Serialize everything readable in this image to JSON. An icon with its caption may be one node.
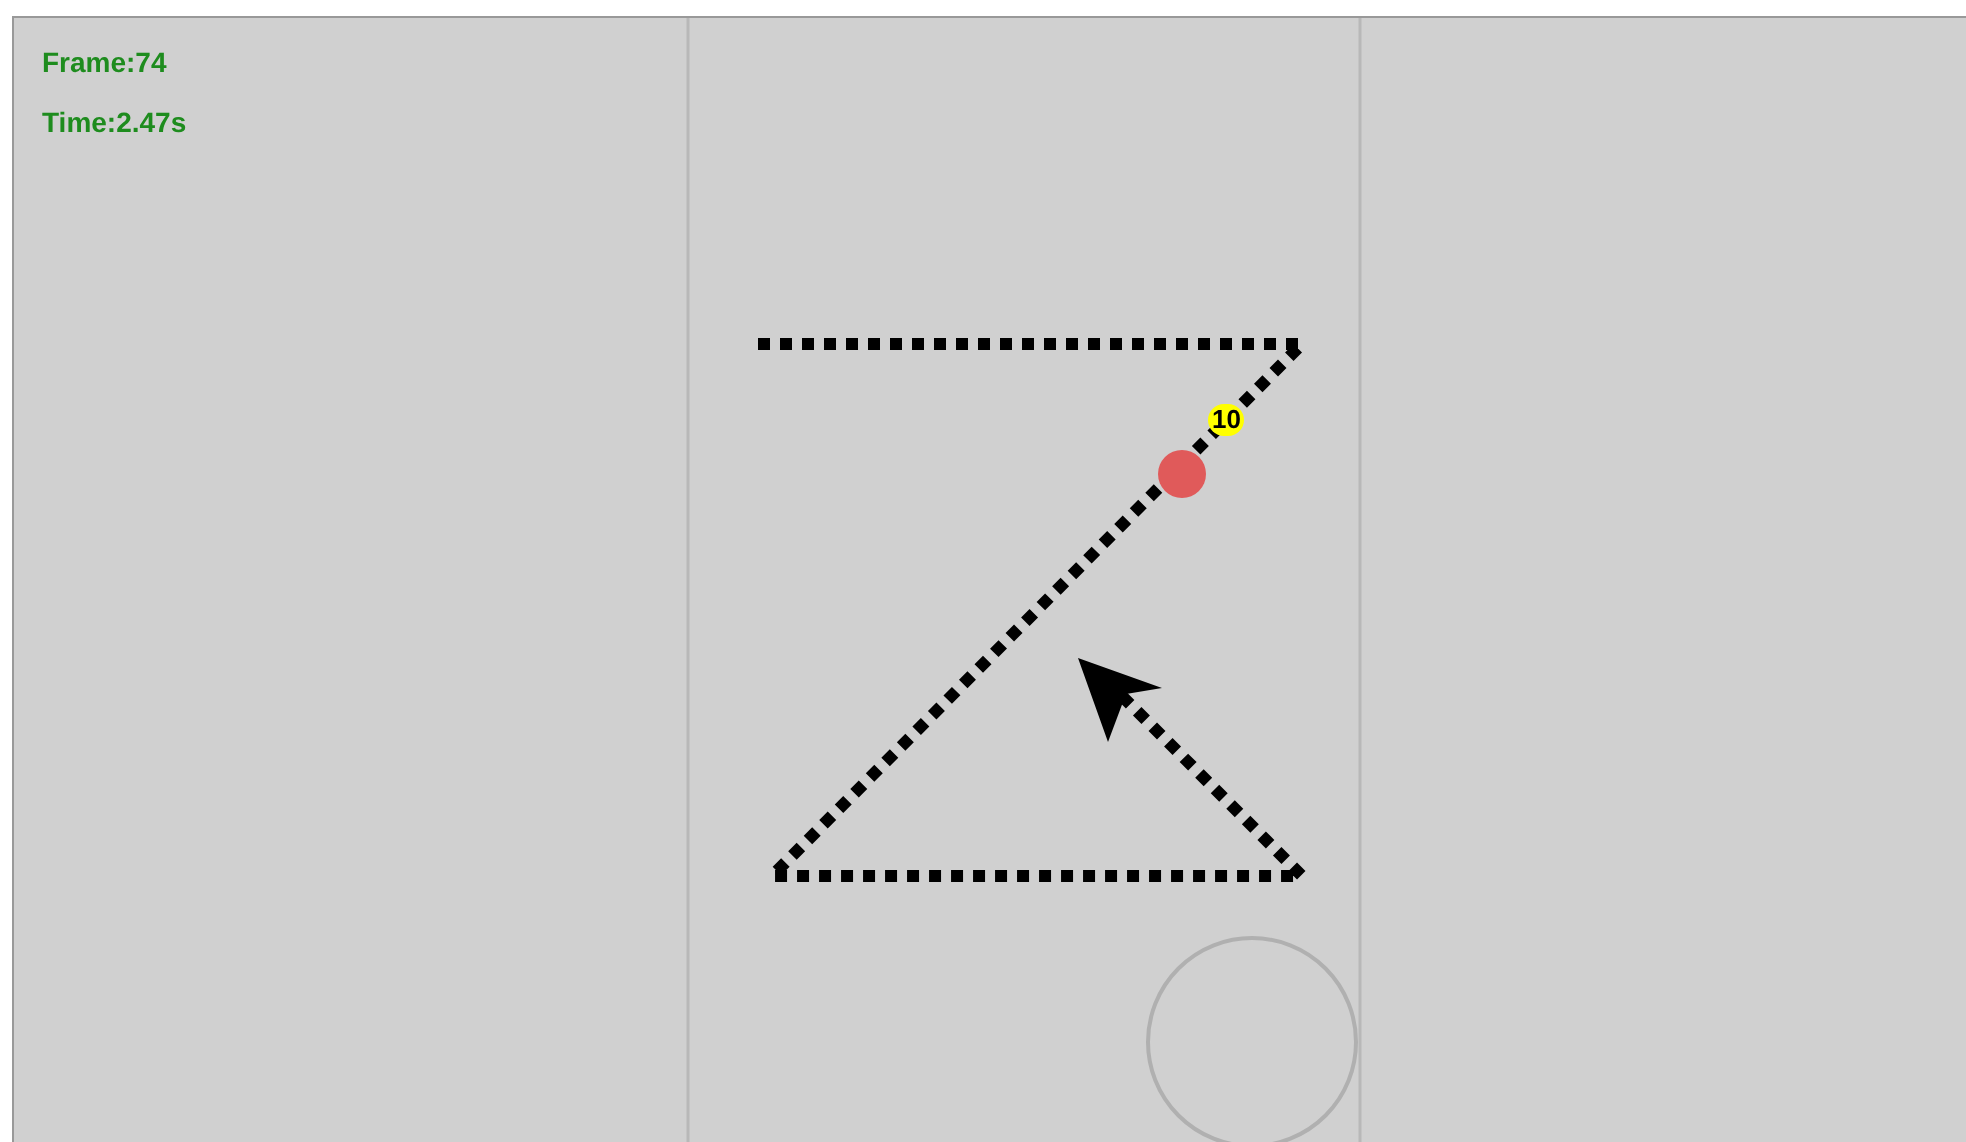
{
  "diagram": {
    "nodes": [
      {
        "text": [],
        "shape": "circle"
      }
    ],
    "labels": [
      "Frame:74",
      "Time:2.47s",
      "10"
    ]
  }
}
